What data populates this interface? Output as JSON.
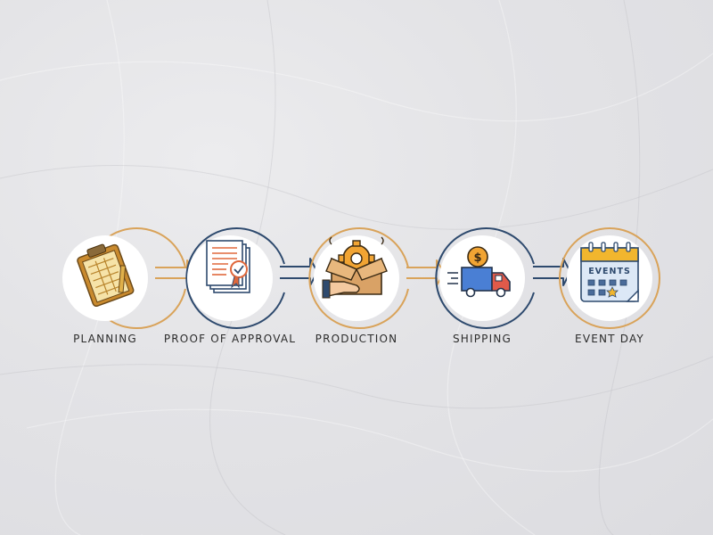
{
  "steps": [
    {
      "label": "PLANNING",
      "icon": "clipboard-icon",
      "ring_color": "#d9a35a"
    },
    {
      "label": "PROOF OF APPROVAL",
      "icon": "approved-documents-icon",
      "ring_color": "#2e4a6e"
    },
    {
      "label": "PRODUCTION",
      "icon": "production-box-gear-icon",
      "ring_color": "#d9a35a"
    },
    {
      "label": "SHIPPING",
      "icon": "delivery-truck-dollar-icon",
      "ring_color": "#2e4a6e"
    },
    {
      "label": "EVENT DAY",
      "icon": "events-calendar-icon",
      "ring_color": "#d9a35a"
    }
  ],
  "calendar_text": "EVENTS",
  "colors": {
    "gold": "#d9a35a",
    "navy": "#2e4a6e",
    "circle_fill": "#ffffff"
  }
}
